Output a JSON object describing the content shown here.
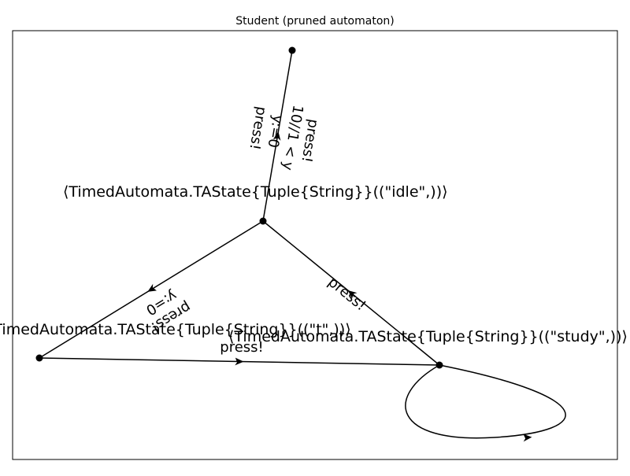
{
  "title": "Student (pruned automaton)",
  "colors": {
    "edge": "#000000",
    "node": "#000000",
    "frame": "#000000",
    "background": "#ffffff"
  },
  "states": [
    {
      "id": "init",
      "label": ""
    },
    {
      "id": "idle",
      "label": "⟨TimedAutomata.TAState{Tuple{String}}((\"idle\",))⟩"
    },
    {
      "id": "t",
      "label": "⟨TimedAutomata.TAState{Tuple{String}}((\"t\",))⟩"
    },
    {
      "id": "study",
      "label": "⟨TimedAutomata.TAState{Tuple{String}}((\"study\",))⟩"
    }
  ],
  "edges": [
    {
      "id": "idle-init",
      "labels": [
        "press!",
        "y:=0"
      ]
    },
    {
      "id": "init-idle",
      "labels": [
        "press!",
        "10//1 < y"
      ]
    },
    {
      "id": "idle-t",
      "labels": [
        "press!",
        "y:=0"
      ]
    },
    {
      "id": "t-study",
      "labels": [
        "press!"
      ]
    },
    {
      "id": "study-idle",
      "labels": [
        "press!"
      ]
    },
    {
      "id": "study-loop",
      "labels": []
    }
  ]
}
